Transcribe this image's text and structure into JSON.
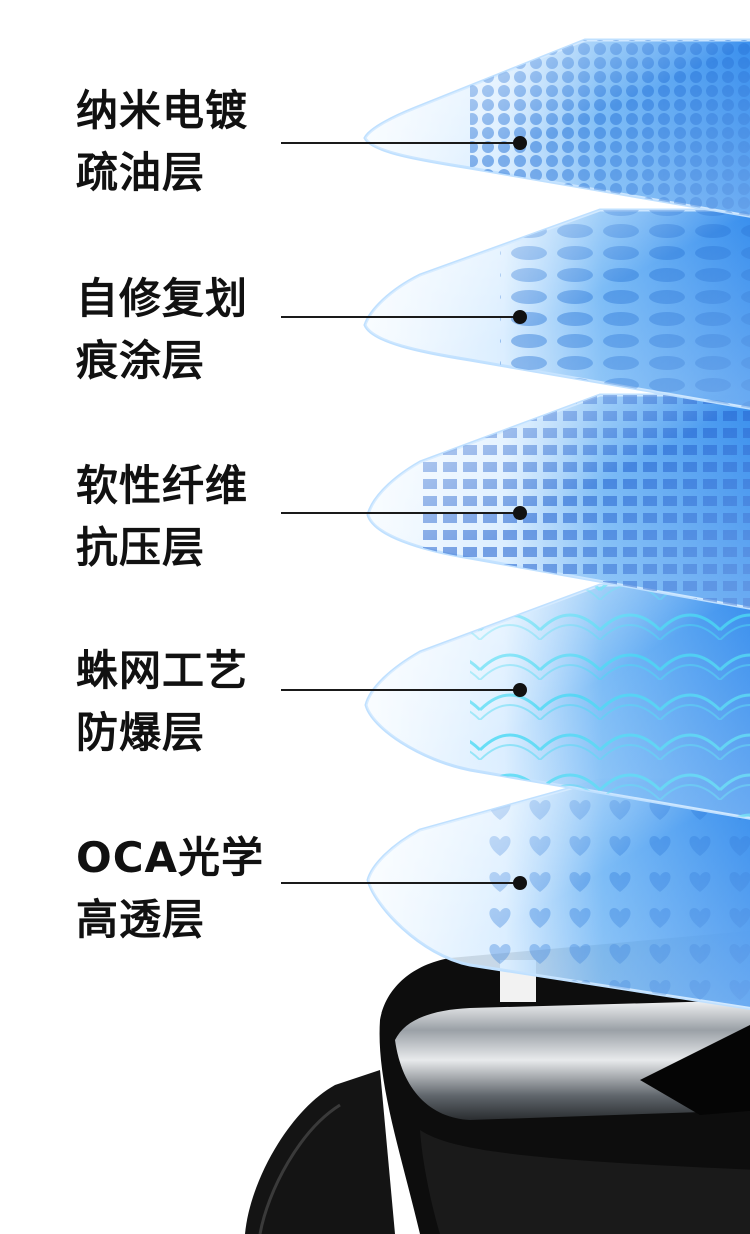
{
  "layers": [
    {
      "line1": "纳米电镀",
      "line2": "疏油层",
      "pattern": "dots",
      "icon": "nano-coating-layer"
    },
    {
      "line1": "自修复划",
      "line2": "痕涂层",
      "pattern": "ovals",
      "icon": "self-repair-layer"
    },
    {
      "line1": "软性纤维",
      "line2": "抗压层",
      "pattern": "grid",
      "icon": "fiber-layer"
    },
    {
      "line1": "蛛网工艺",
      "line2": "防爆层",
      "pattern": "arcs",
      "icon": "spiderweb-layer"
    },
    {
      "line1": "OCA光学",
      "line2": "高透层",
      "pattern": "hearts",
      "icon": "oca-layer"
    }
  ],
  "colors": {
    "text": "#111111",
    "leader": "#1a1a1a",
    "layer_blue": "#2f8ff0",
    "layer_edge": "#bfe0ff",
    "layer_light": "#e8f4ff",
    "watch_body": "#111111",
    "watch_metal": "#c8ccd0"
  }
}
